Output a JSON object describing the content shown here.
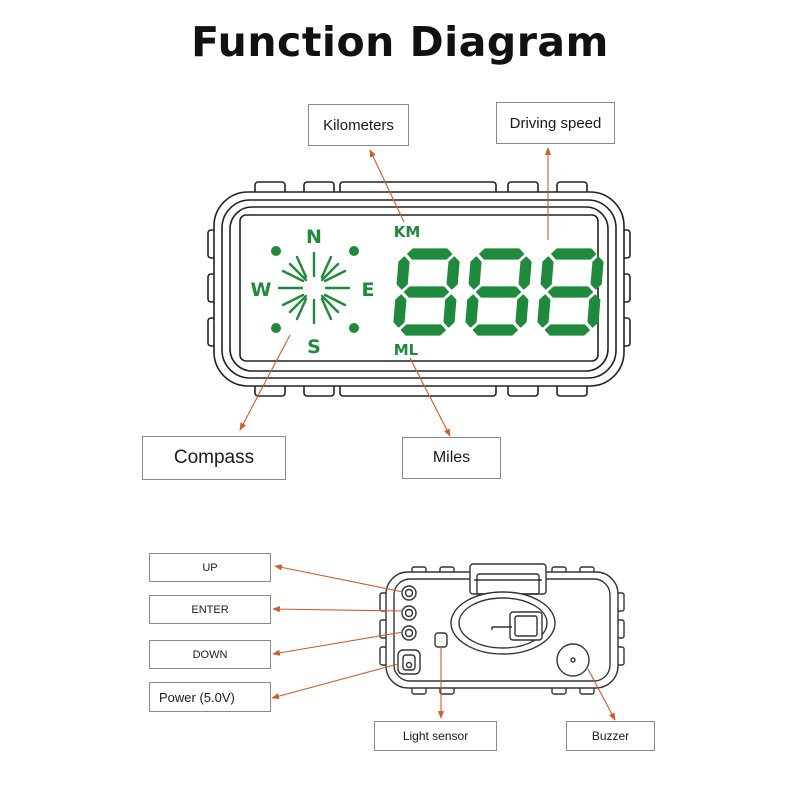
{
  "title": "Function Diagram",
  "display": {
    "compass": {
      "north": "N",
      "south": "S",
      "east": "E",
      "west": "W"
    },
    "unit_km": "KM",
    "unit_ml": "ML",
    "speed_digits": "888"
  },
  "labels": {
    "kilometers": "Kilometers",
    "driving_speed": "Driving speed",
    "compass": "Compass",
    "miles": "Miles",
    "up": "UP",
    "enter": "ENTER",
    "down": "DOWN",
    "power": "Power (5.0V)",
    "light_sensor": "Light sensor",
    "buzzer": "Buzzer"
  },
  "colors": {
    "display_green": "#1f8a3c",
    "arrow": "#d45a26",
    "outline": "#222222"
  }
}
